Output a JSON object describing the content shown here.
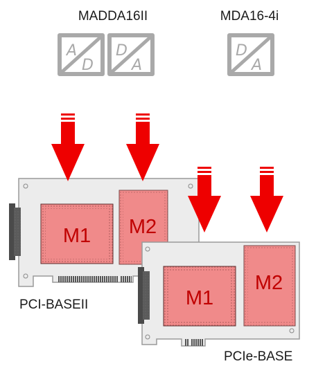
{
  "modules": {
    "madda16ii": {
      "name": "MADDA16II",
      "symbols": [
        {
          "top": "A",
          "bottom": "D"
        },
        {
          "top": "D",
          "bottom": "A"
        }
      ]
    },
    "mda16_4i": {
      "name": "MDA16-4i",
      "symbols": [
        {
          "top": "D",
          "bottom": "A"
        }
      ]
    }
  },
  "boards": {
    "pci_baseii": {
      "name": "PCI-BASEII",
      "slots": [
        "M1",
        "M2"
      ]
    },
    "pcie_base": {
      "name": "PCIe-BASE",
      "slots": [
        "M1",
        "M2"
      ]
    }
  },
  "colors": {
    "arrow": "#ee0000",
    "board": "#ececec",
    "slot_fill": "#f08a8a",
    "slot_label": "#c00000",
    "symbol": "#a9a9a9"
  }
}
